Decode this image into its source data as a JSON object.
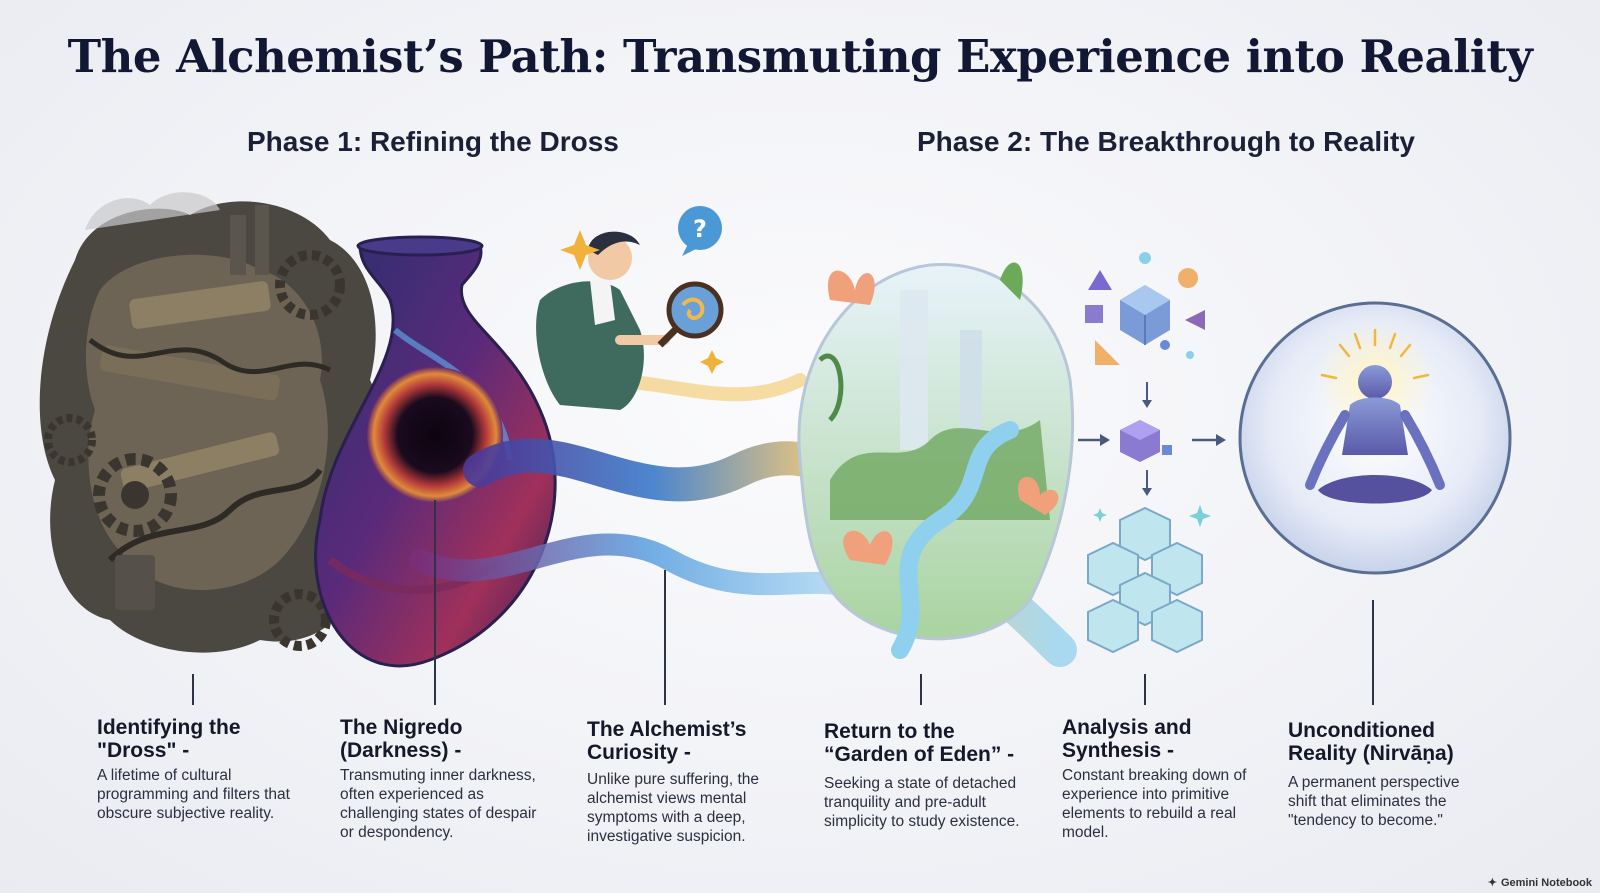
{
  "title": "The Alchemist’s Path: Transmuting Experience into Reality",
  "phases": [
    {
      "label": "Phase 1: Refining the Dross"
    },
    {
      "label": "Phase 2: The Breakthrough to Reality"
    }
  ],
  "steps": [
    {
      "heading": "Identifying the\n\"Dross\" -",
      "description": "A lifetime of cultural\nprogramming and filters that\nobscure subjective reality."
    },
    {
      "heading": "The Nigredo\n(Darkness) -",
      "description": "Transmuting inner darkness,\noften experienced as\nchallenging states of despair\nor despondency."
    },
    {
      "heading": "The Alchemist’s\nCuriosity -",
      "description": "Unlike pure suffering, the\nalchemist views mental\nsymptoms with a deep,\ninvestigative suspicion."
    },
    {
      "heading": "Return to the\n“Garden of Eden” -",
      "description": "Seeking a state of detached\ntranquility and pre-adult\nsimplicity to study existence."
    },
    {
      "heading": "Analysis and\nSynthesis -",
      "description": "Constant breaking down of\nexperience into primitive\nelements to rebuild a real\nmodel."
    },
    {
      "heading": "Unconditioned\nReality (Nirvāṇa)",
      "description": "A permanent perspective\nshift that eliminates the\n\"tendency to become.\""
    }
  ],
  "icons": [
    "gears-icon",
    "vessel-icon",
    "alchemist-figure-icon",
    "question-bubble-icon",
    "garden-icon",
    "cubes-icon",
    "arrow-right-icon",
    "meditation-icon",
    "gemini-icon"
  ],
  "colors": {
    "title": "#121733",
    "vessel_dark": "#3a1d4f",
    "river": "#4d8fd0",
    "garden_green": "#6fa860",
    "sphere": "#dce4f4"
  },
  "footer": "Gemini Notebook"
}
